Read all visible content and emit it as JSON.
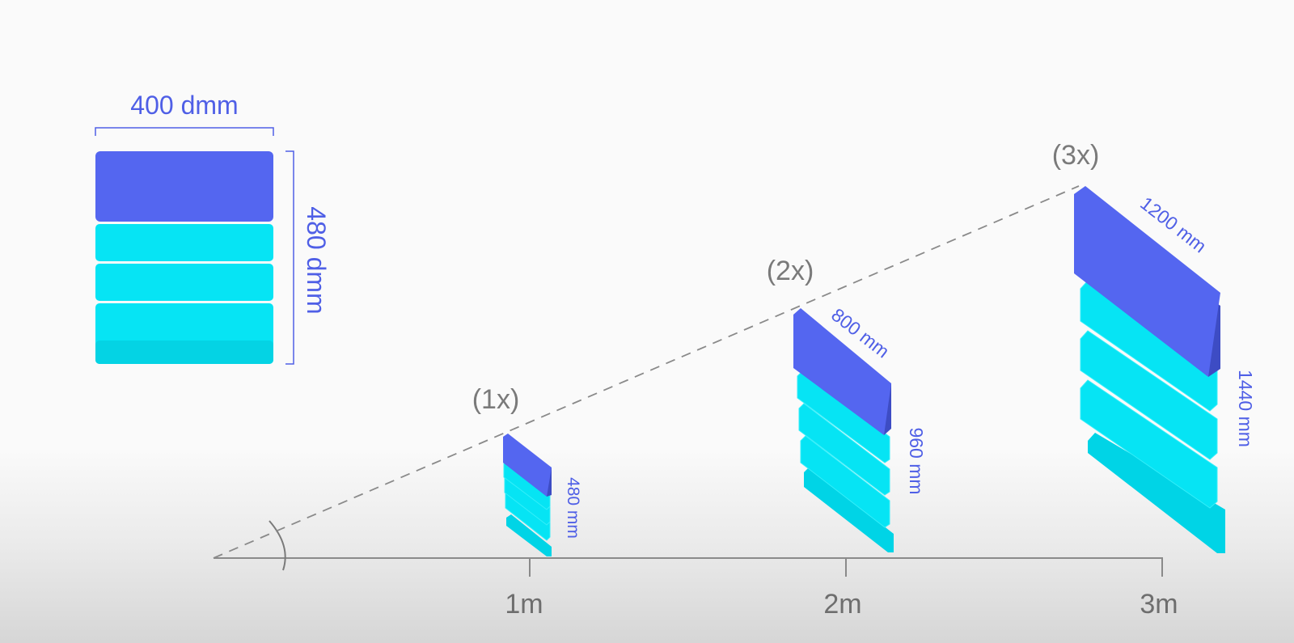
{
  "colors": {
    "accent": "#4f5fe6",
    "accent_dark": "#3d4cc4",
    "cyan": "#06e2f2",
    "cyan_dark": "#03c6d6",
    "gray_text": "#7a7a7a",
    "axis": "#8a8a8a"
  },
  "reference_card": {
    "width_label": "400 dmm",
    "height_label": "480 dmm"
  },
  "scale_markers": [
    "(1x)",
    "(2x)",
    "(3x)"
  ],
  "cards": [
    {
      "width_label": "480 mm",
      "height_label": ""
    },
    {
      "width_label": "800 mm",
      "height_label": "960 mm"
    },
    {
      "width_label": "1200 mm",
      "height_label": "1440 mm"
    }
  ],
  "axis": {
    "tick_labels": [
      "1m",
      "2m",
      "3m"
    ]
  }
}
